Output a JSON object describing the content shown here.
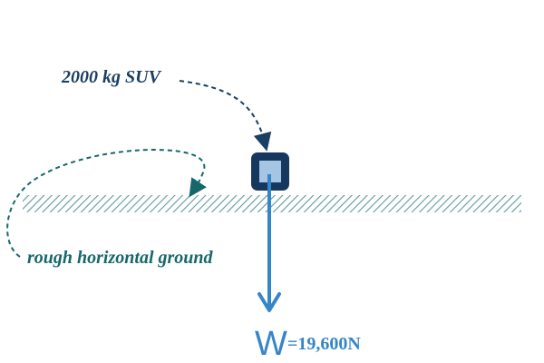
{
  "diagram": {
    "suv_label": "2000 kg SUV",
    "ground_label": "rough horizontal ground",
    "weight_symbol": "W",
    "weight_value": "=19,600N"
  },
  "colors": {
    "suv_label": "#1b3f63",
    "ground_label": "#17676a",
    "ground_hatch": "#5f9a9c",
    "block_outer": "#17385e",
    "block_inner": "#a4c5e3",
    "arrow": "#3586c9",
    "weight_text": "#3586c9"
  },
  "icons": {
    "block": "suv-block-icon",
    "arrow": "downward-arrow-icon"
  }
}
